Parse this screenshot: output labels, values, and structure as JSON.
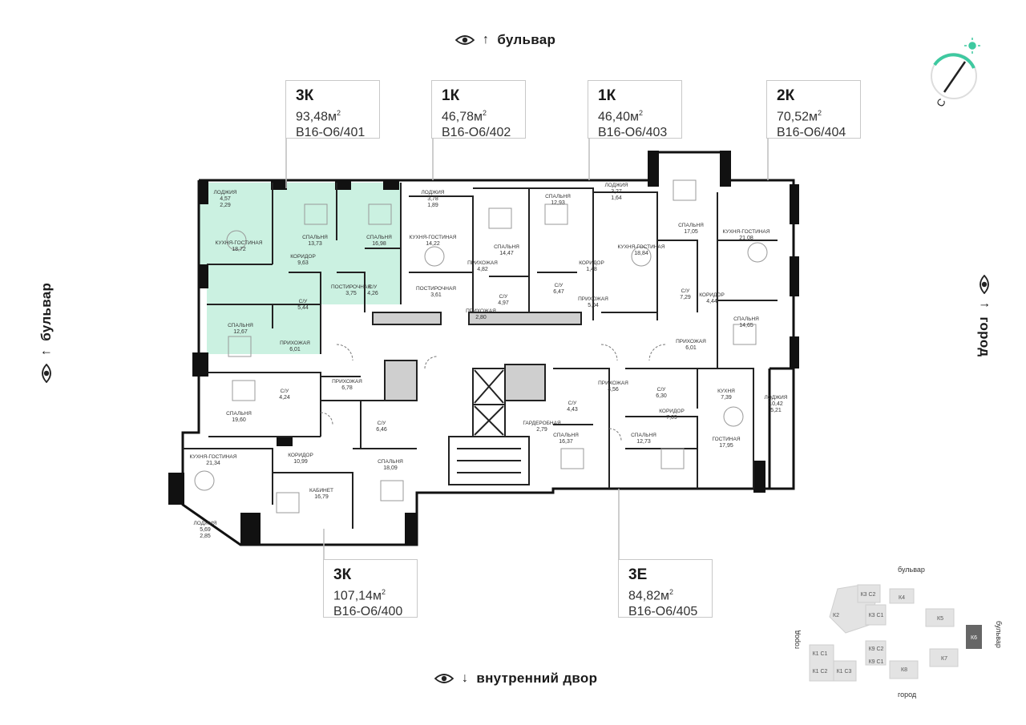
{
  "directions": {
    "top": "бульвар",
    "bottom": "внутренний двор",
    "left": "бульвар",
    "right": "город"
  },
  "icons": {
    "eye": "eye-icon",
    "arrow_up": "↑",
    "arrow_down": "↓",
    "compass": "compass-icon",
    "sun": "sun-icon"
  },
  "compass_letter": "С",
  "apartments": [
    {
      "type": "3К",
      "area": "93,48м",
      "code": "В16-О6/401"
    },
    {
      "type": "1К",
      "area": "46,78м",
      "code": "В16-О6/402"
    },
    {
      "type": "1К",
      "area": "46,40м",
      "code": "В16-О6/403"
    },
    {
      "type": "2К",
      "area": "70,52м",
      "code": "В16-О6/404"
    },
    {
      "type": "3К",
      "area": "107,14м",
      "code": "В16-О6/400"
    },
    {
      "type": "3Е",
      "area": "84,82м",
      "code": "В16-О6/405"
    }
  ],
  "area_unit_sup": "2",
  "rooms": [
    {
      "name": "ЛОДЖИЯ",
      "values": [
        "4,57",
        "2,29"
      ]
    },
    {
      "name": "КУХНЯ-ГОСТИНАЯ",
      "values": [
        "18,72"
      ]
    },
    {
      "name": "СПАЛЬНЯ",
      "values": [
        "13,73"
      ]
    },
    {
      "name": "СПАЛЬНЯ",
      "values": [
        "16,98"
      ]
    },
    {
      "name": "КОРИДОР",
      "values": [
        "9,63"
      ]
    },
    {
      "name": "С/У",
      "values": [
        "5,44"
      ]
    },
    {
      "name": "ПОСТИРОЧНАЯ",
      "values": [
        "3,75"
      ]
    },
    {
      "name": "С/У",
      "values": [
        "4,26"
      ]
    },
    {
      "name": "СПАЛЬНЯ",
      "values": [
        "12,67"
      ]
    },
    {
      "name": "ПРИХОЖАЯ",
      "values": [
        "6,01"
      ]
    },
    {
      "name": "ЛОДЖИЯ",
      "values": [
        "3,78",
        "1,89"
      ]
    },
    {
      "name": "КУХНЯ-ГОСТИНАЯ",
      "values": [
        "14,22"
      ]
    },
    {
      "name": "ПОСТИРОЧНАЯ",
      "values": [
        "3,61"
      ]
    },
    {
      "name": "ПРИХОЖАЯ",
      "values": [
        "4,82"
      ]
    },
    {
      "name": "СПАЛЬНЯ",
      "values": [
        "14,47"
      ]
    },
    {
      "name": "С/У",
      "values": [
        "4,97"
      ]
    },
    {
      "name": "ПРИХОЖАЯ",
      "values": [
        "2,80"
      ]
    },
    {
      "name": "СПАЛЬНЯ",
      "values": [
        "12,93"
      ]
    },
    {
      "name": "С/У",
      "values": [
        "6,47"
      ]
    },
    {
      "name": "КОРИДОР",
      "values": [
        "1,48"
      ]
    },
    {
      "name": "ЛОДЖИЯ",
      "values": [
        "3,27",
        "1,64"
      ]
    },
    {
      "name": "КУХНЯ-ГОСТИНАЯ",
      "values": [
        "18,84"
      ]
    },
    {
      "name": "ПРИХОЖАЯ",
      "values": [
        "5,04"
      ]
    },
    {
      "name": "СПАЛЬНЯ",
      "values": [
        "17,05"
      ]
    },
    {
      "name": "КУХНЯ-ГОСТИНАЯ",
      "values": [
        "21,08"
      ]
    },
    {
      "name": "С/У",
      "values": [
        "7,29"
      ]
    },
    {
      "name": "КОРИДОР",
      "values": [
        "4,44"
      ]
    },
    {
      "name": "СПАЛЬНЯ",
      "values": [
        "14,65"
      ]
    },
    {
      "name": "ПРИХОЖАЯ",
      "values": [
        "6,01"
      ]
    },
    {
      "name": "С/У",
      "values": [
        "4,24"
      ]
    },
    {
      "name": "ПРИХОЖАЯ",
      "values": [
        "6,78"
      ]
    },
    {
      "name": "СПАЛЬНЯ",
      "values": [
        "19,60"
      ]
    },
    {
      "name": "С/У",
      "values": [
        "6,46"
      ]
    },
    {
      "name": "КУХНЯ-ГОСТИНАЯ",
      "values": [
        "21,34"
      ]
    },
    {
      "name": "КОРИДОР",
      "values": [
        "10,99"
      ]
    },
    {
      "name": "СПАЛЬНЯ",
      "values": [
        "18,09"
      ]
    },
    {
      "name": "КАБИНЕТ",
      "values": [
        "16,79"
      ]
    },
    {
      "name": "ЛОДЖИЯ",
      "values": [
        "5,69",
        "2,85"
      ]
    },
    {
      "name": "С/У",
      "values": [
        "4,43"
      ]
    },
    {
      "name": "ГАРДЕРОБНАЯ",
      "values": [
        "2,79"
      ]
    },
    {
      "name": "СПАЛЬНЯ",
      "values": [
        "16,37"
      ]
    },
    {
      "name": "ПРИХОЖАЯ",
      "values": [
        "4,56"
      ]
    },
    {
      "name": "С/У",
      "values": [
        "6,30"
      ]
    },
    {
      "name": "КОРИДОР",
      "values": [
        "7,09"
      ]
    },
    {
      "name": "СПАЛЬНЯ",
      "values": [
        "12,73"
      ]
    },
    {
      "name": "КУХНЯ",
      "values": [
        "7,39"
      ]
    },
    {
      "name": "ГОСТИНАЯ",
      "values": [
        "17,95"
      ]
    },
    {
      "name": "ЛОДЖИЯ",
      "values": [
        "10,42",
        "5,21"
      ]
    }
  ],
  "minimap": {
    "top": "бульвар",
    "bottom": "город",
    "left": "город",
    "right": "бульвар",
    "sections": [
      "К2",
      "К3 С2",
      "К3 С1",
      "К4",
      "К5",
      "К6",
      "К7",
      "К8",
      "К9 С2",
      "К9 С1",
      "К1 С1",
      "К1 С2",
      "К1 С3"
    ]
  }
}
